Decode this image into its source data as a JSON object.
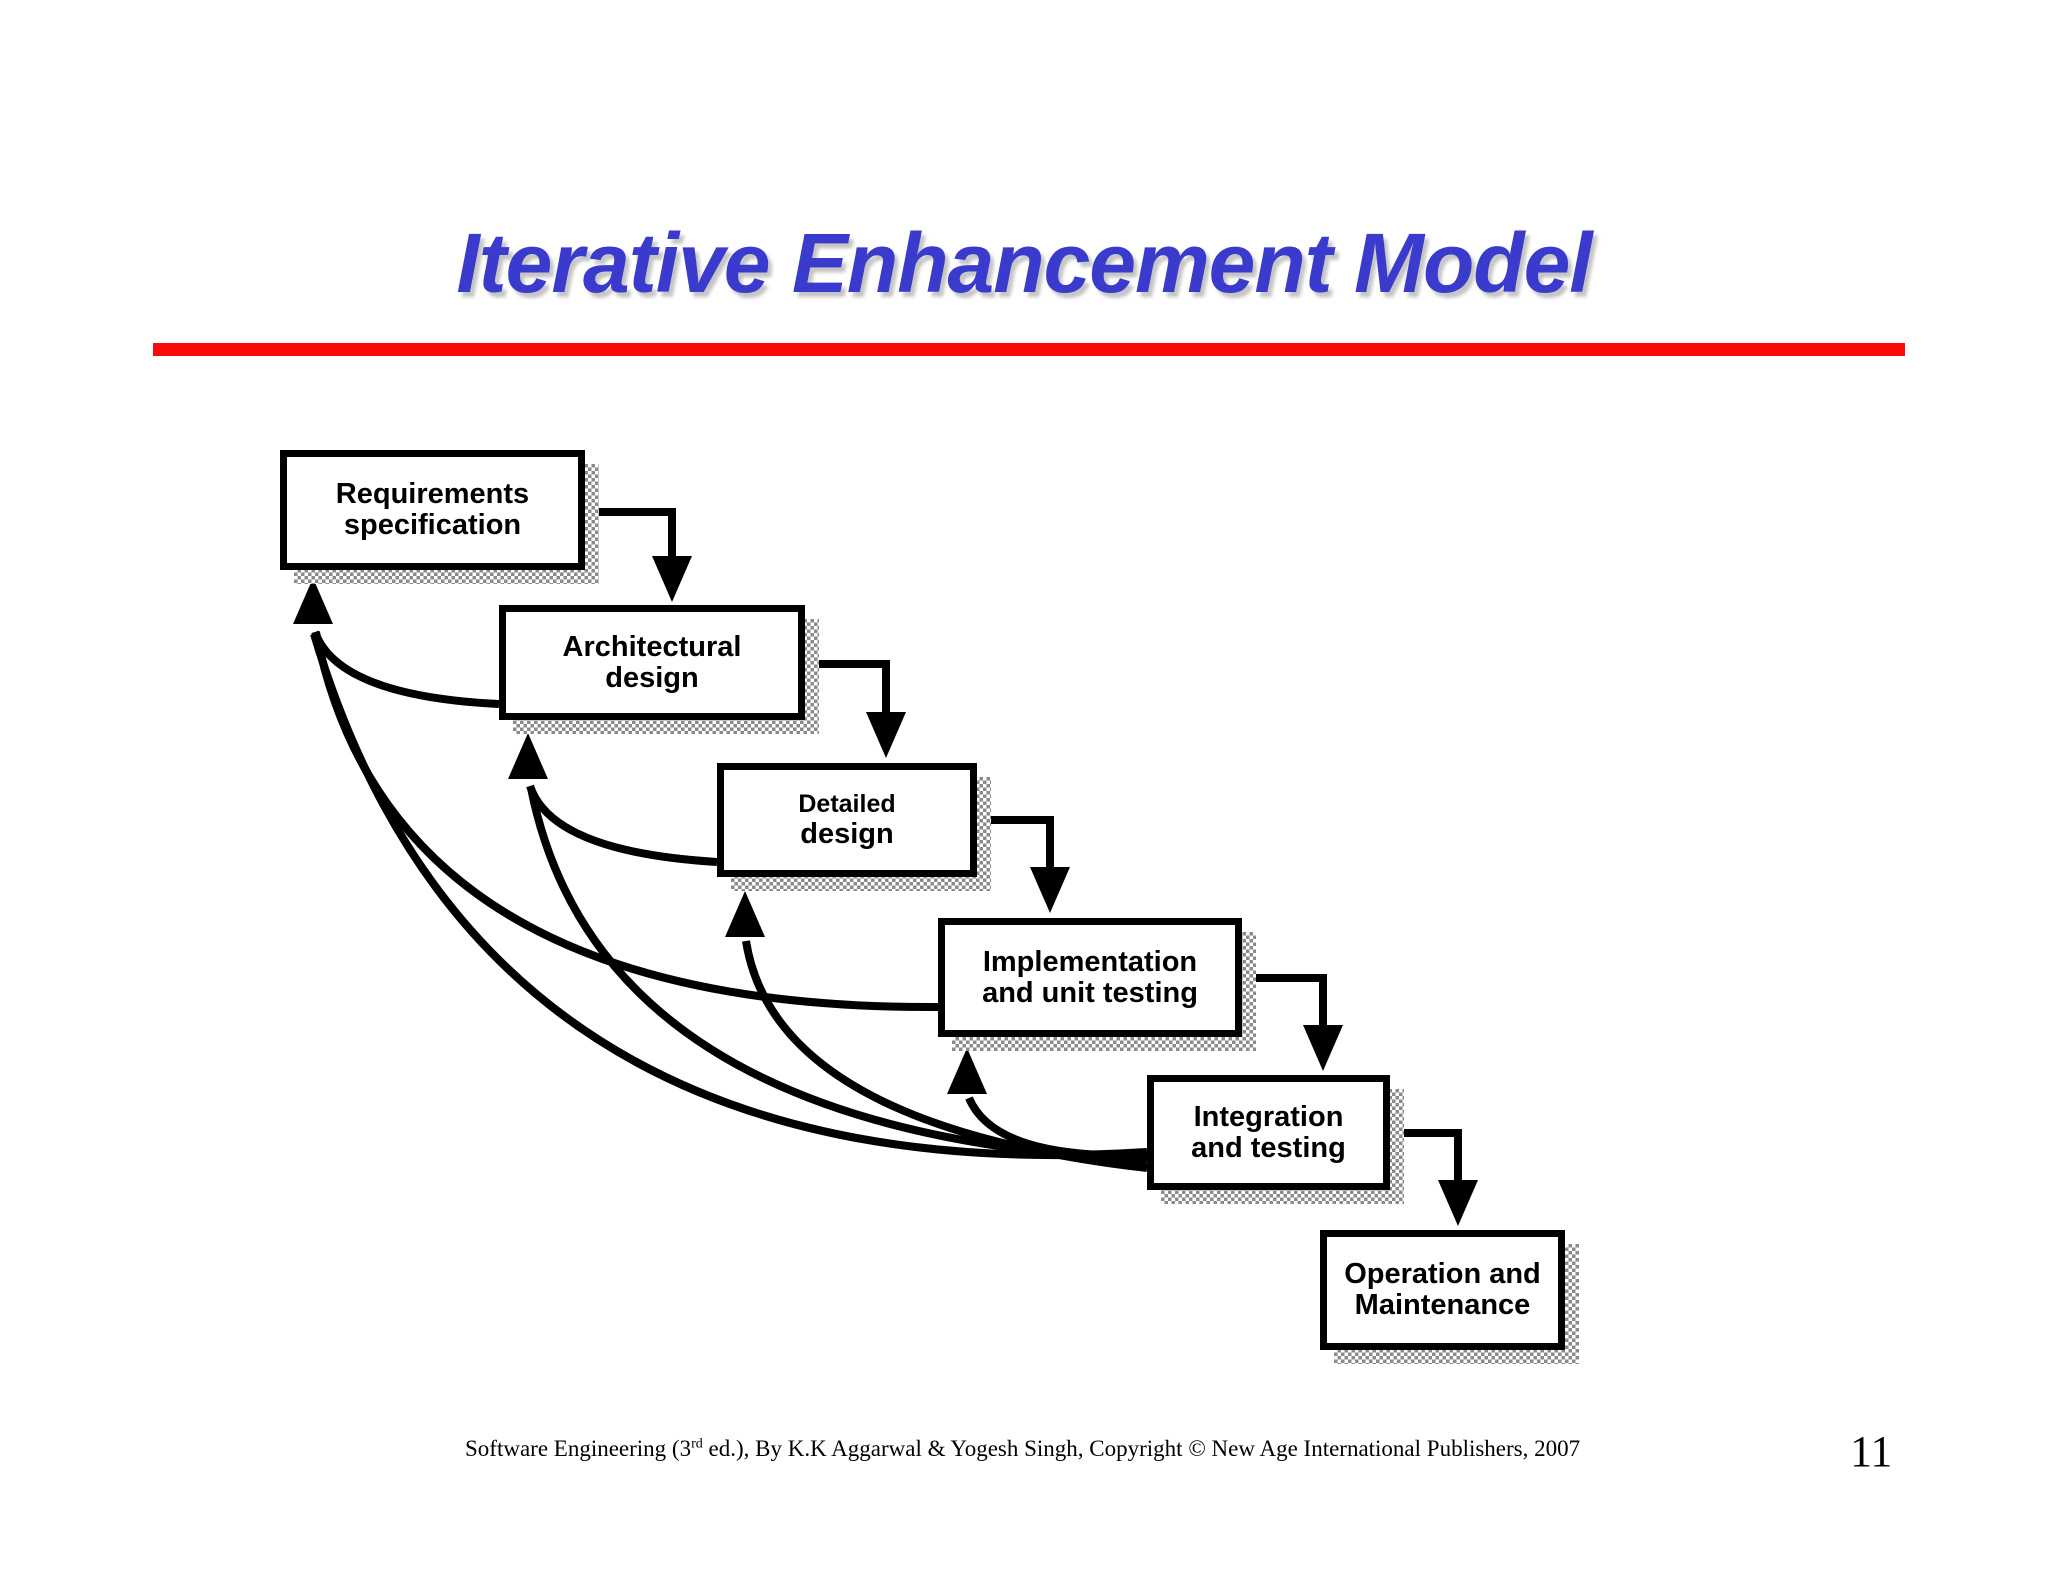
{
  "slide": {
    "title": "Iterative Enhancement Model",
    "title_color": "#3A3ACD",
    "divider_color": "#F90B0B",
    "page_number": "11",
    "footer": {
      "prefix": "Software Engineering (3",
      "superscript": "rd",
      "suffix": " ed.), By K.K Aggarwal & Yogesh Singh, Copyright © New Age International Publishers, 2007"
    }
  },
  "diagram": {
    "boxes": [
      {
        "id": "requirements",
        "line1": "Requirements",
        "line2": "specification"
      },
      {
        "id": "architectural",
        "line1": "Architectural",
        "line2": "design"
      },
      {
        "id": "detailed",
        "line1": "Detailed",
        "line2": "design"
      },
      {
        "id": "implementation",
        "line1": "Implementation",
        "line2": "and unit testing"
      },
      {
        "id": "integration",
        "line1": "Integration",
        "line2": "and testing"
      },
      {
        "id": "operation",
        "line1": "Operation and",
        "line2": "Maintenance"
      }
    ],
    "flow_arrows": [
      {
        "from": "requirements",
        "to": "architectural"
      },
      {
        "from": "architectural",
        "to": "detailed"
      },
      {
        "from": "detailed",
        "to": "implementation"
      },
      {
        "from": "implementation",
        "to": "integration"
      },
      {
        "from": "integration",
        "to": "operation"
      }
    ],
    "feedback_arrows": [
      {
        "from": "architectural",
        "to": "requirements"
      },
      {
        "from": "detailed",
        "to": "architectural"
      },
      {
        "from": "implementation",
        "to": "requirements"
      },
      {
        "from": "integration",
        "to": "requirements"
      },
      {
        "from": "integration",
        "to": "architectural"
      },
      {
        "from": "integration",
        "to": "detailed"
      },
      {
        "from": "integration",
        "to": "implementation"
      }
    ]
  }
}
